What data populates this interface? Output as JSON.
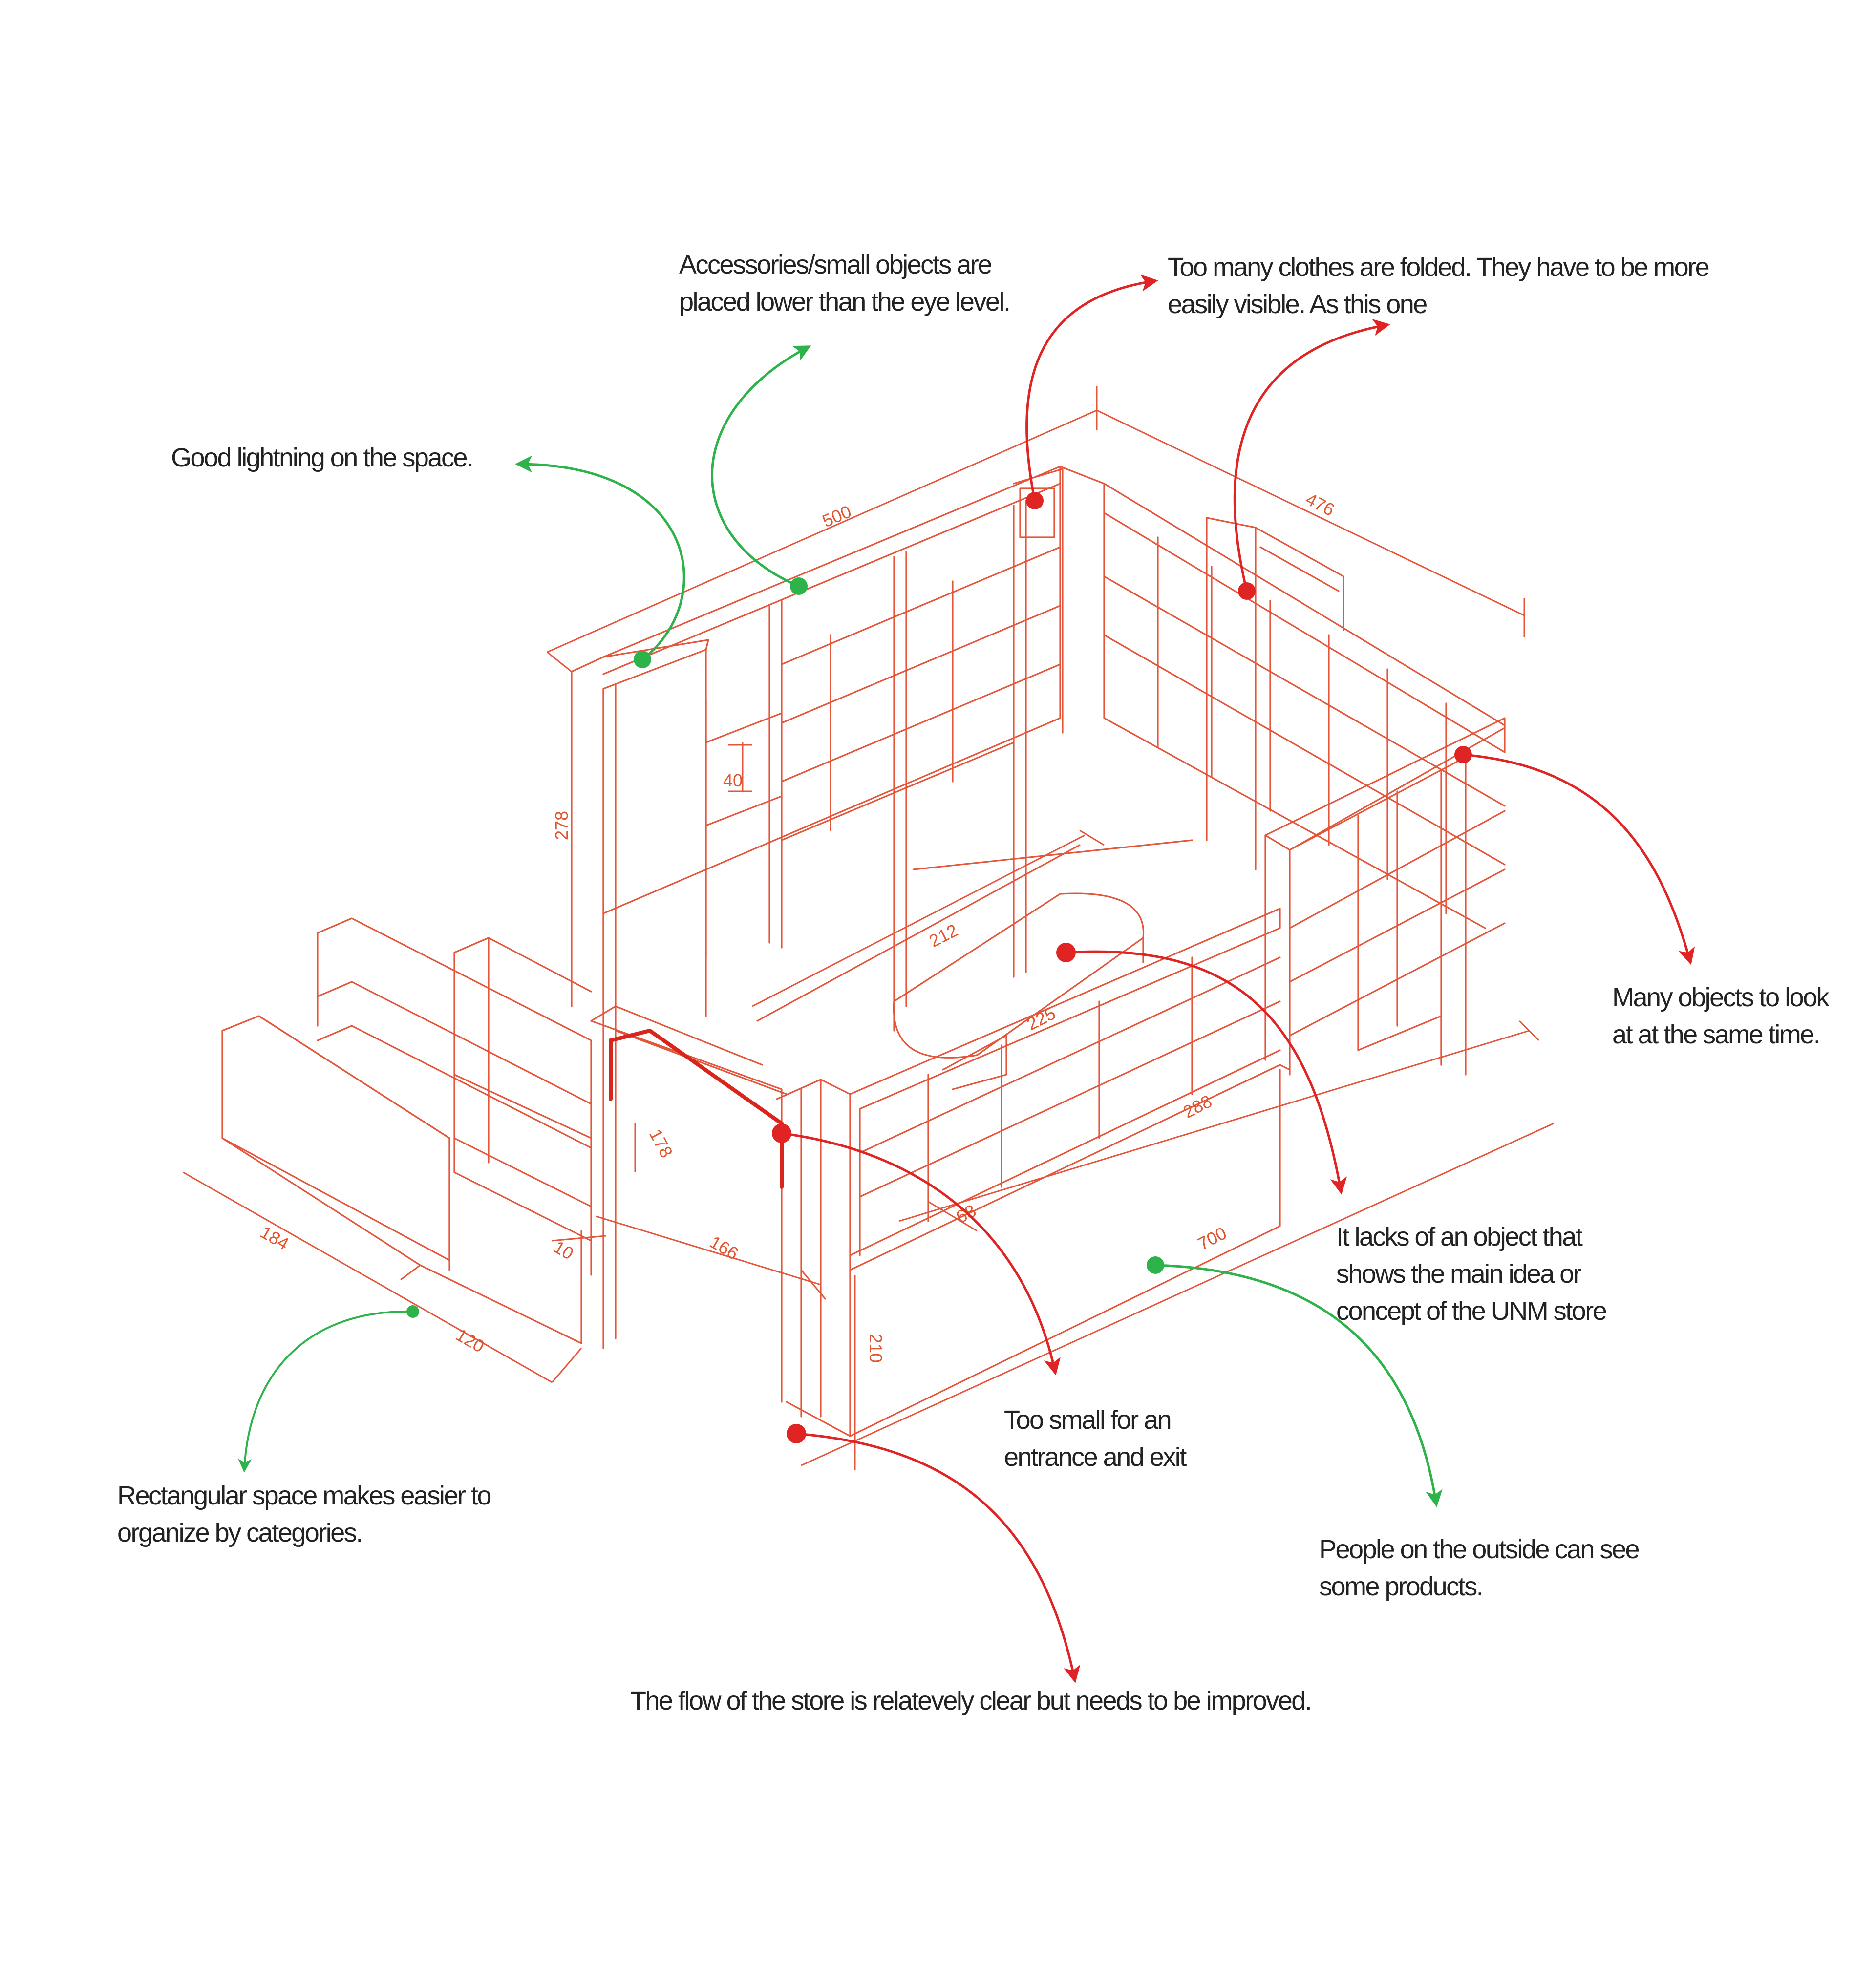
{
  "colors": {
    "drawing": "#e4553a",
    "positive": "#2db34a",
    "negative": "#e02424",
    "text": "#222222",
    "background": "#ffffff"
  },
  "annotations": [
    {
      "id": "accessories",
      "lines": [
        "Accessories/small objects are",
        "placed lower than the eye level."
      ],
      "sentiment": "positive"
    },
    {
      "id": "folded",
      "lines": [
        "Too many clothes are folded. They have to be more",
        "easily visible. As this one"
      ],
      "sentiment": "negative"
    },
    {
      "id": "lighting",
      "lines": [
        "Good lightning on the space."
      ],
      "sentiment": "positive"
    },
    {
      "id": "many-objects",
      "lines": [
        "Many objects to look",
        "at at the same time."
      ],
      "sentiment": "negative"
    },
    {
      "id": "lacks-object",
      "lines": [
        "It lacks of an object that",
        "shows the main idea or",
        "concept of the UNM store"
      ],
      "sentiment": "negative"
    },
    {
      "id": "entrance",
      "lines": [
        "Too small for an",
        "entrance and exit"
      ],
      "sentiment": "negative"
    },
    {
      "id": "rectangular",
      "lines": [
        "Rectangular space makes easier to",
        "organize by categories."
      ],
      "sentiment": "positive"
    },
    {
      "id": "outside",
      "lines": [
        "People on the outside can see",
        "some products."
      ],
      "sentiment": "positive"
    },
    {
      "id": "flow",
      "lines": [
        "The flow of the store is relatevely clear but needs to be improved."
      ],
      "sentiment": "negative"
    }
  ],
  "dimensions": {
    "d500": "500",
    "d476": "476",
    "d278": "278",
    "d40": "40",
    "d212": "212",
    "d225": "225",
    "d288": "288",
    "d178": "178",
    "d184": "184",
    "d10": "10",
    "d166": "166",
    "d68": "68",
    "d700": "700",
    "d210": "210",
    "d120": "120"
  }
}
